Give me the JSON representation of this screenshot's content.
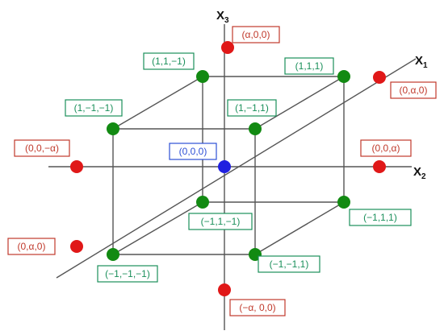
{
  "colors": {
    "factorial": "#128a12",
    "axial": "#e01818",
    "center": "#2020e0",
    "factorial_label": "#1a8f5a",
    "axial_label": "#c0392b",
    "center_label": "#2d4fd6"
  },
  "axes": {
    "x1": {
      "name": "X",
      "sub": "1"
    },
    "x2": {
      "name": "X",
      "sub": "2"
    },
    "x3": {
      "name": "X",
      "sub": "3"
    }
  },
  "points": {
    "center": {
      "label": "(0,0,0)"
    },
    "factorial": [
      {
        "id": "f-111",
        "label": "(1,1,1)"
      },
      {
        "id": "f-11m1",
        "label": "(1,1,−1)"
      },
      {
        "id": "f-1m11",
        "label": "(1,−1,1)"
      },
      {
        "id": "f-1m1m1",
        "label": "(1,−1,−1)"
      },
      {
        "id": "f-m111",
        "label": "(−1,1,1)"
      },
      {
        "id": "f-m11m1",
        "label": "(−1,1,−1)"
      },
      {
        "id": "f-m1m11",
        "label": "(−1,−1,1)"
      },
      {
        "id": "f-m1m1m1",
        "label": "(−1,−1,−1)"
      }
    ],
    "axial": [
      {
        "id": "a-x3-top",
        "label": "(α,0,0)"
      },
      {
        "id": "a-x1-right",
        "label": "(0,α,0)"
      },
      {
        "id": "a-x2-right",
        "label": "(0,0,α)"
      },
      {
        "id": "a-x2-left",
        "label": "(0,0,−α)"
      },
      {
        "id": "a-x1-left",
        "label": "(0,α,0)"
      },
      {
        "id": "a-x3-bottom",
        "label": "(−α, 0,0)"
      }
    ]
  }
}
